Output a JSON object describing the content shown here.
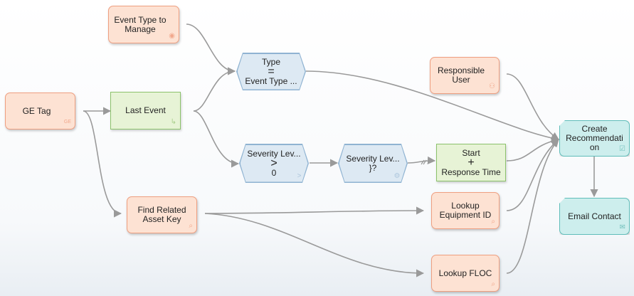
{
  "diagram": {
    "nodes": {
      "event_type_to_manage": {
        "label": "Event Type to\nManage",
        "icon": "radio-icon"
      },
      "ge_tag": {
        "label": "GE Tag",
        "icon": "tag-icon",
        "icon_text": "GE"
      },
      "last_event": {
        "label": "Last Event",
        "icon": "link-icon"
      },
      "type": {
        "label_top": "Type",
        "operator": "=",
        "label_bottom": "Event Type ..."
      },
      "severity_gt": {
        "label_top": "Severity Lev...",
        "operator": ">",
        "label_bottom": "0"
      },
      "severity_fn": {
        "label_top": "Severity Lev...",
        "operator": "}?",
        "icon": "gear-icon"
      },
      "start_response_time": {
        "label_top": "Start",
        "operator": "+",
        "label_bottom": "Response Time"
      },
      "responsible_user": {
        "label": "Responsible\nUser",
        "icon": "user-icon"
      },
      "create_recommendation": {
        "label": "Create\nRecommendati\non",
        "icon": "checklist-icon"
      },
      "email_contact": {
        "label": "Email Contact",
        "icon": "contact-icon"
      },
      "find_related_asset_key": {
        "label": "Find Related\nAsset Key",
        "icon": "search-list-icon"
      },
      "lookup_equipment_id": {
        "label": "Lookup\nEquipment ID",
        "icon": "search-list-icon"
      },
      "lookup_floc": {
        "label": "Lookup FLOC",
        "icon": "search-list-icon"
      }
    },
    "colors": {
      "input_fill": "#fde2d3",
      "input_border": "#ef9f80",
      "calc_fill": "#e7f3d6",
      "calc_border": "#8cc26b",
      "condition_fill": "#dde9f3",
      "condition_border": "#8fb3d2",
      "action_fill": "#cdeeed",
      "action_border": "#5fbdb9",
      "edge": "#9a9a9a"
    }
  }
}
